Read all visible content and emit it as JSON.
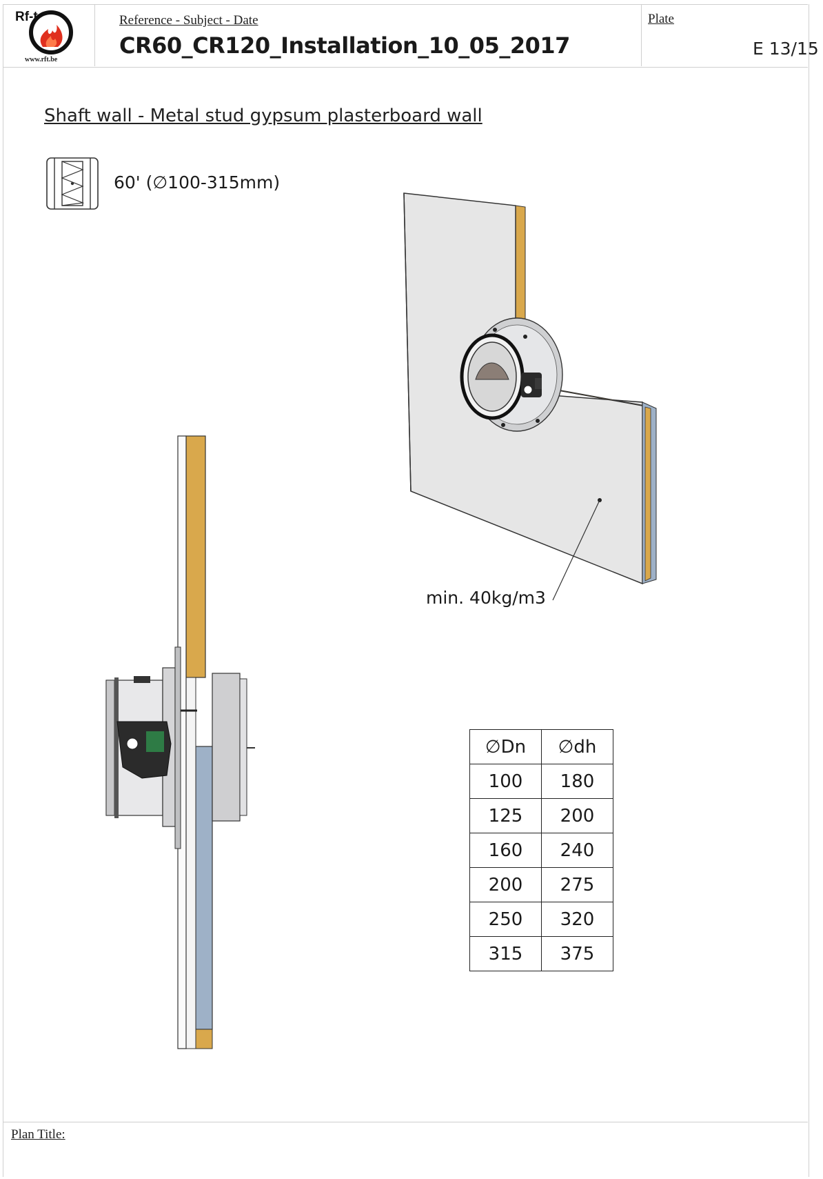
{
  "header": {
    "logo_text": "Rf-t",
    "logo_url": "www.rft.be",
    "reference_label": "Reference - Subject - Date",
    "document_title": "CR60_CR120_Installation_10_05_2017",
    "plate_label": "Plate",
    "plate_value": "E 13/15"
  },
  "section": {
    "title": "Shaft wall - Metal stud gypsum plasterboard wall",
    "rating_text": "60' (∅100-315mm)",
    "rating_icon": "insulated-wall-icon"
  },
  "annotation": {
    "density_label": "min. 40kg/m3"
  },
  "dimension_table": {
    "headers": [
      "∅Dn",
      "∅dh"
    ],
    "rows": [
      [
        "100",
        "180"
      ],
      [
        "125",
        "200"
      ],
      [
        "160",
        "240"
      ],
      [
        "200",
        "275"
      ],
      [
        "250",
        "320"
      ],
      [
        "315",
        "375"
      ]
    ]
  },
  "footer": {
    "plan_title_label": "Plan Title:"
  },
  "colors": {
    "logo_red": "#e0301e",
    "mineral_wool": "#d9a84c",
    "gypsum_board": "#e4e4e4",
    "stud_blue": "#9eb1c7"
  }
}
